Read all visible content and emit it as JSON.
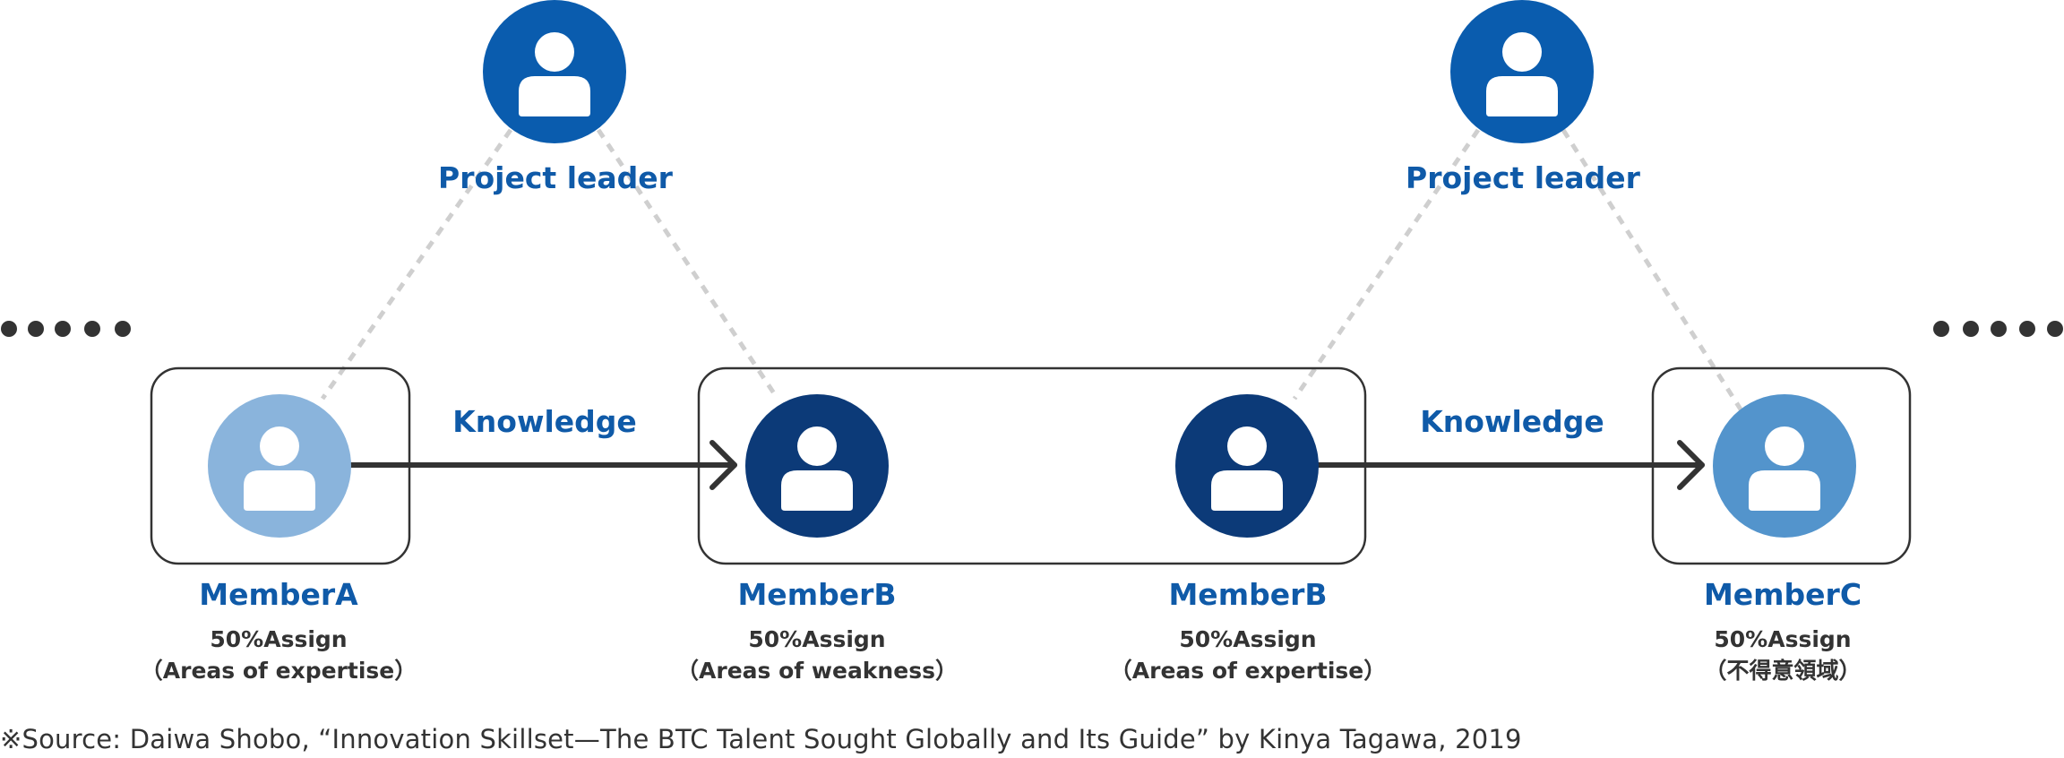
{
  "diagram": {
    "leaders": [
      {
        "label": "Project leader",
        "color": "#0a5cae"
      },
      {
        "label": "Project leader",
        "color": "#0a5cae"
      }
    ],
    "members": [
      {
        "name": "MemberA",
        "assign": "50%Assign",
        "area": "（Areas of expertise）",
        "color": "#8ab4dc"
      },
      {
        "name": "MemberB",
        "assign": "50%Assign",
        "area": "（Areas of weakness）",
        "color": "#0c3a78"
      },
      {
        "name": "MemberB",
        "assign": "50%Assign",
        "area": "（Areas of expertise）",
        "color": "#0c3a78"
      },
      {
        "name": "MemberC",
        "assign": "50%Assign",
        "area": "（不得意領域）",
        "color": "#5394cc"
      }
    ],
    "transfers": [
      {
        "label": "Knowledge"
      },
      {
        "label": "Knowledge"
      }
    ],
    "ellipsis_color": "#333333"
  },
  "source": "※Source: Daiwa Shobo, “Innovation Skillset—The BTC Talent Sought Globally and Its Guide” by Kinya Tagawa, 2019"
}
